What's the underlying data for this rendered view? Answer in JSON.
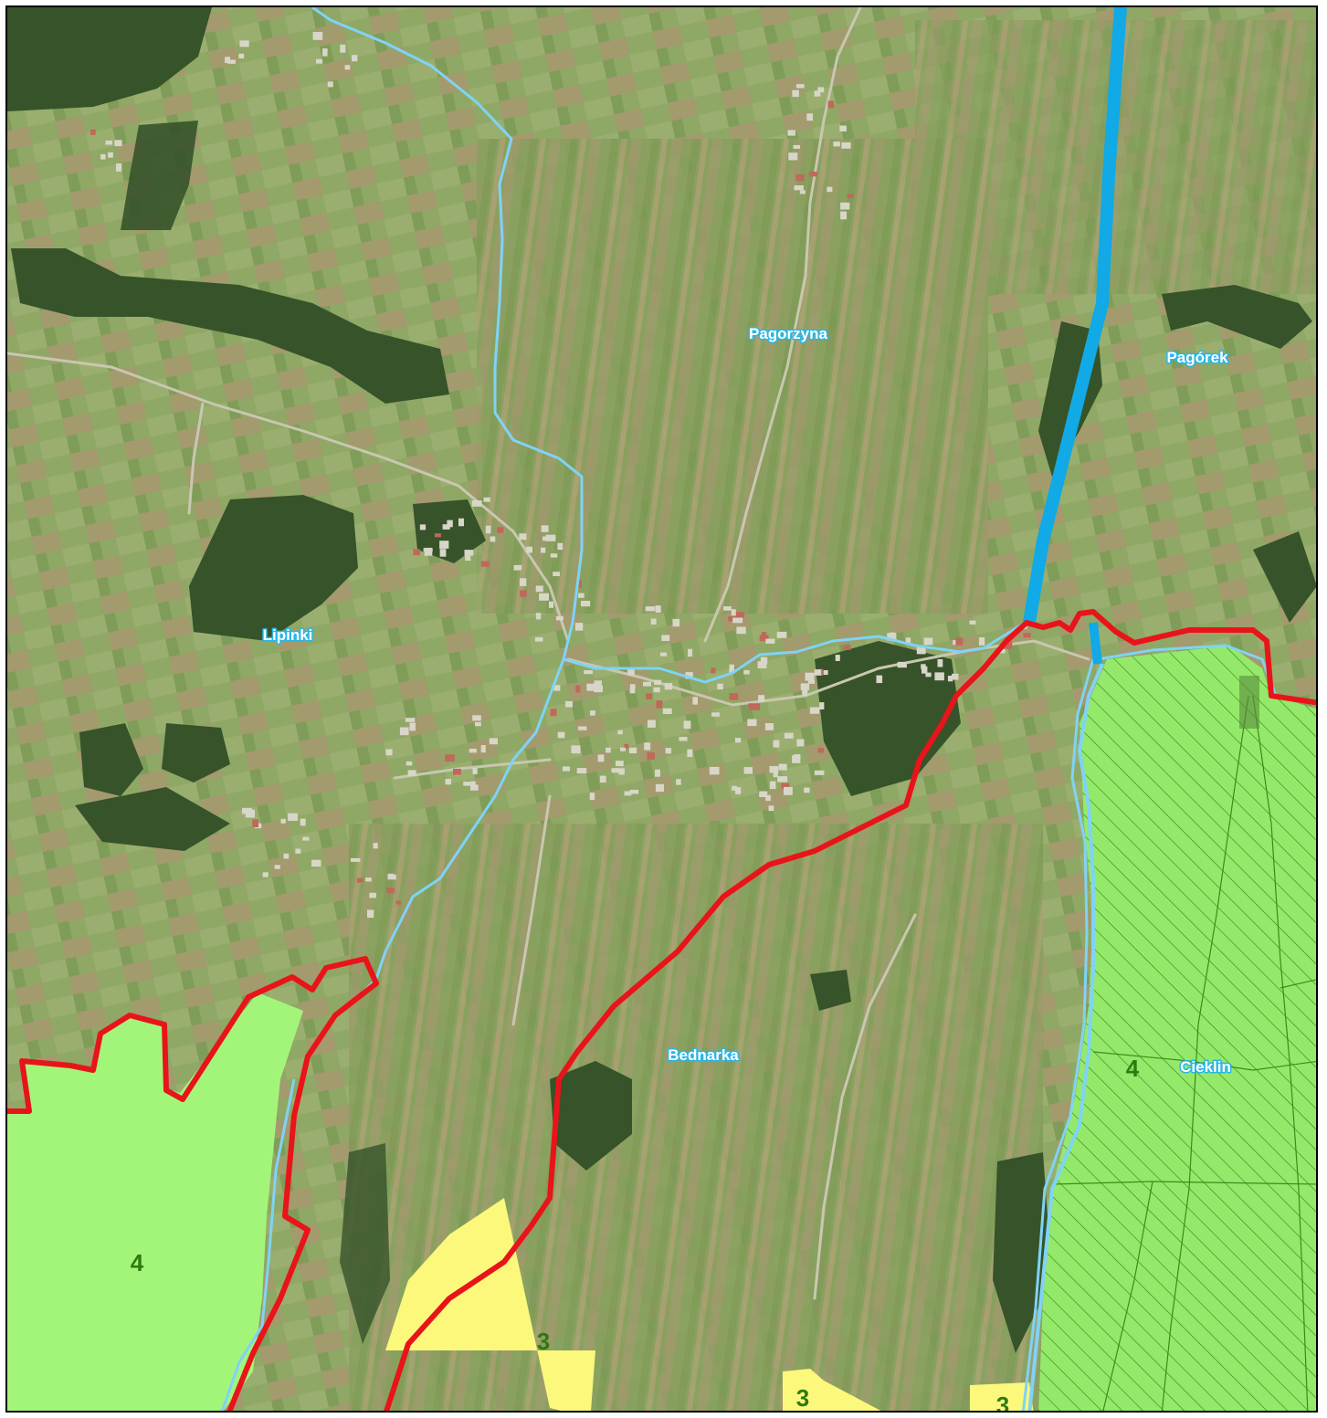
{
  "map": {
    "places": [
      "Pagorzyna",
      "Pagórek",
      "Lipinki",
      "Bednarka",
      "Cieklin"
    ],
    "zone_numbers": [
      "4",
      "4",
      "3",
      "3",
      "3"
    ],
    "colors": {
      "boundary": "#e8141a",
      "stream": "#7fd3f5",
      "river": "#11a9e6",
      "zone_green": "#a3f57a",
      "zone_green_hatched": "#8ee563",
      "zone_yellow": "#fbf87c",
      "label_text": "#ffffff",
      "label_halo": "#29b6e8",
      "zone_number_text": "#2f7a10"
    }
  }
}
